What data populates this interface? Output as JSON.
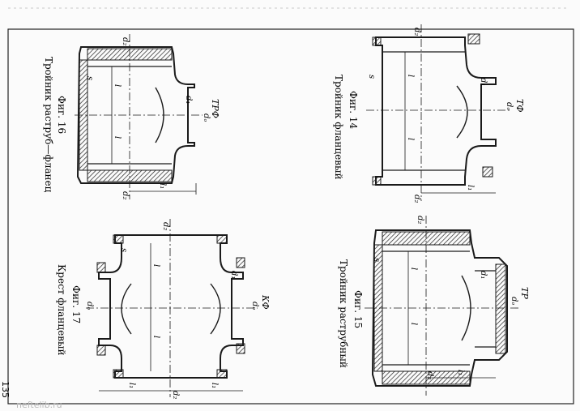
{
  "page": {
    "number": "135",
    "watermark": "neftelib.ru"
  },
  "figures": [
    {
      "id": "fig16",
      "caption": "Фиг. 16",
      "title": "Тройник раструб—фланец",
      "code": "ТРФ",
      "labels": {
        "d1": "d₁",
        "d2": "d₂",
        "d0": "dₒ",
        "l1": "l₁",
        "l": "l",
        "s": "s"
      }
    },
    {
      "id": "fig14",
      "caption": "Фиг. 14",
      "title": "Тройник фланцевый",
      "code": "ТФ",
      "labels": {
        "d1": "d₁",
        "d2": "d₂",
        "d0": "dₒ",
        "l1": "l₁",
        "l": "l",
        "s": "s"
      }
    },
    {
      "id": "fig17",
      "caption": "Фиг. 17",
      "title": "Крест фланцевый",
      "code": "КФ",
      "labels": {
        "d1": "d₁",
        "d2": "d₂",
        "d0": "dₒ",
        "l1": "l₁",
        "l": "l",
        "s": "s"
      }
    },
    {
      "id": "fig15",
      "caption": "Фиг. 15",
      "title": "Тройник раструбный",
      "code": "ТР",
      "labels": {
        "d1": "d₁",
        "d2": "d₂",
        "d0": "dₒ",
        "l1": "l₁",
        "l": "l",
        "s": "s"
      }
    }
  ]
}
